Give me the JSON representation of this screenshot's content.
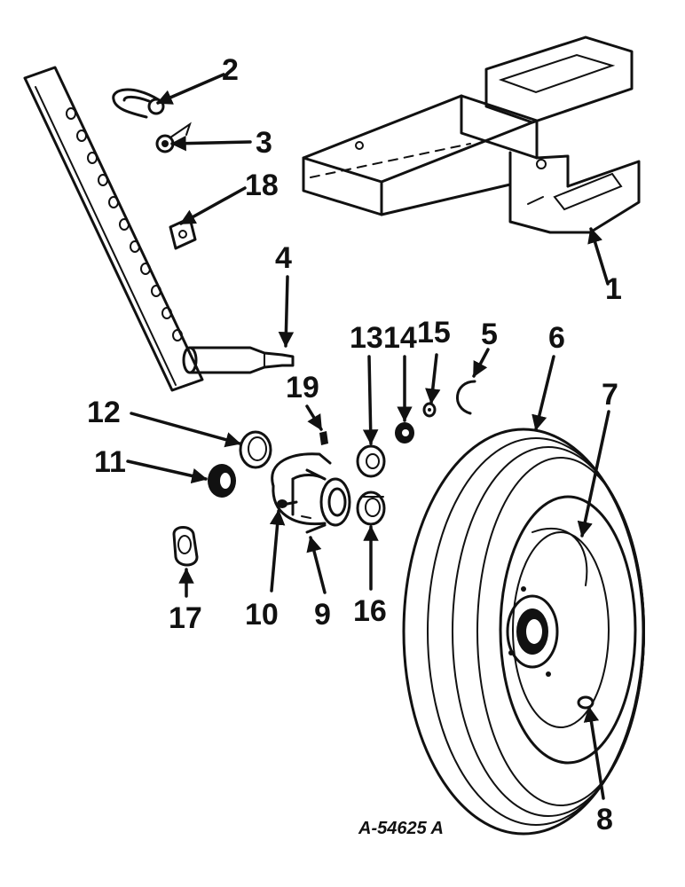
{
  "callouts": [
    {
      "id": "1",
      "text": "1"
    },
    {
      "id": "2",
      "text": "2"
    },
    {
      "id": "3",
      "text": "3"
    },
    {
      "id": "4",
      "text": "4"
    },
    {
      "id": "5",
      "text": "5"
    },
    {
      "id": "6",
      "text": "6"
    },
    {
      "id": "7",
      "text": "7"
    },
    {
      "id": "8",
      "text": "8"
    },
    {
      "id": "9",
      "text": "9"
    },
    {
      "id": "10",
      "text": "10"
    },
    {
      "id": "11",
      "text": "11"
    },
    {
      "id": "12",
      "text": "12"
    },
    {
      "id": "13",
      "text": "13"
    },
    {
      "id": "14",
      "text": "14"
    },
    {
      "id": "15",
      "text": "15"
    },
    {
      "id": "16",
      "text": "16"
    },
    {
      "id": "17",
      "text": "17"
    },
    {
      "id": "18",
      "text": "18"
    },
    {
      "id": "19",
      "text": "19"
    }
  ],
  "drawing_code": "A-54625 A",
  "colors": {
    "ink": "#111111",
    "paper": "#ffffff"
  }
}
